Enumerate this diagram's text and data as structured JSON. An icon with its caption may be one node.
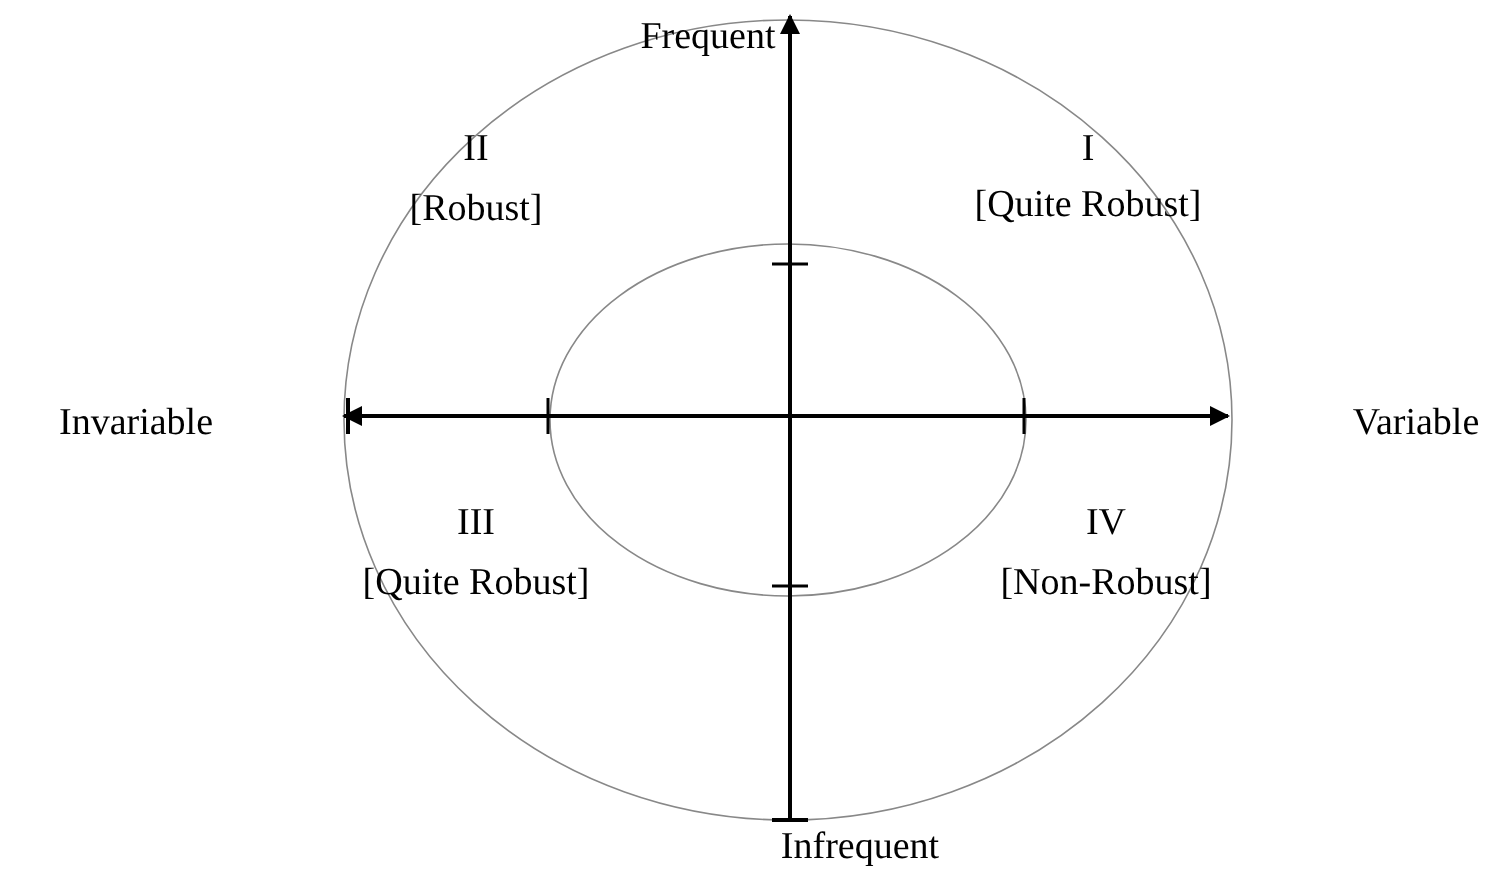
{
  "diagram": {
    "labels": [
      "Frequent",
      "II",
      "I",
      "[Robust]",
      "[Quite Robust]",
      "Invariable",
      "Variable",
      "III",
      "IV",
      "[Quite Robust]",
      "[Non-Robust]",
      "Infrequent"
    ]
  }
}
